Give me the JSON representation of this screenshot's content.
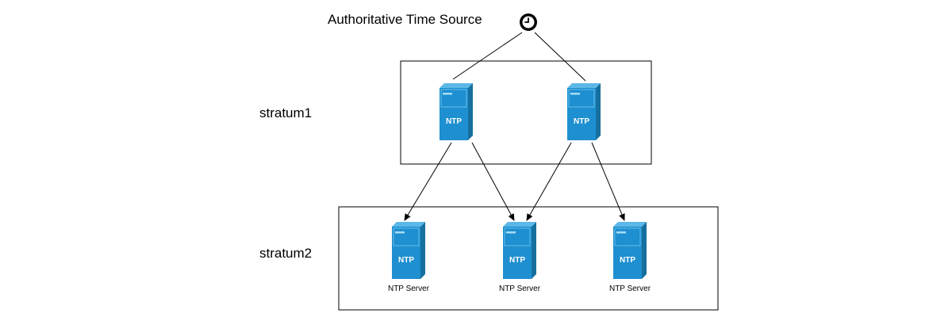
{
  "title": "Authoritative Time Source",
  "source_icon": "clock-icon",
  "colors": {
    "server_front": "#1e8fd0",
    "server_side": "#16709f",
    "server_top": "#5cb8e8",
    "line": "#000000"
  },
  "tiers": [
    {
      "label": "stratum1",
      "servers": [
        {
          "id": "s1a",
          "badge": "NTP",
          "caption": ""
        },
        {
          "id": "s1b",
          "badge": "NTP",
          "caption": ""
        }
      ]
    },
    {
      "label": "stratum2",
      "servers": [
        {
          "id": "s2a",
          "badge": "NTP",
          "caption": "NTP Server"
        },
        {
          "id": "s2b",
          "badge": "NTP",
          "caption": "NTP Server"
        },
        {
          "id": "s2c",
          "badge": "NTP",
          "caption": "NTP Server"
        }
      ]
    }
  ],
  "links": [
    {
      "from": "source",
      "to": "s1a",
      "arrow": false
    },
    {
      "from": "source",
      "to": "s1b",
      "arrow": false
    },
    {
      "from": "s1a",
      "to": "s2a",
      "arrow": true
    },
    {
      "from": "s1a",
      "to": "s2b",
      "arrow": true
    },
    {
      "from": "s1b",
      "to": "s2b",
      "arrow": true
    },
    {
      "from": "s1b",
      "to": "s2c",
      "arrow": true
    }
  ]
}
